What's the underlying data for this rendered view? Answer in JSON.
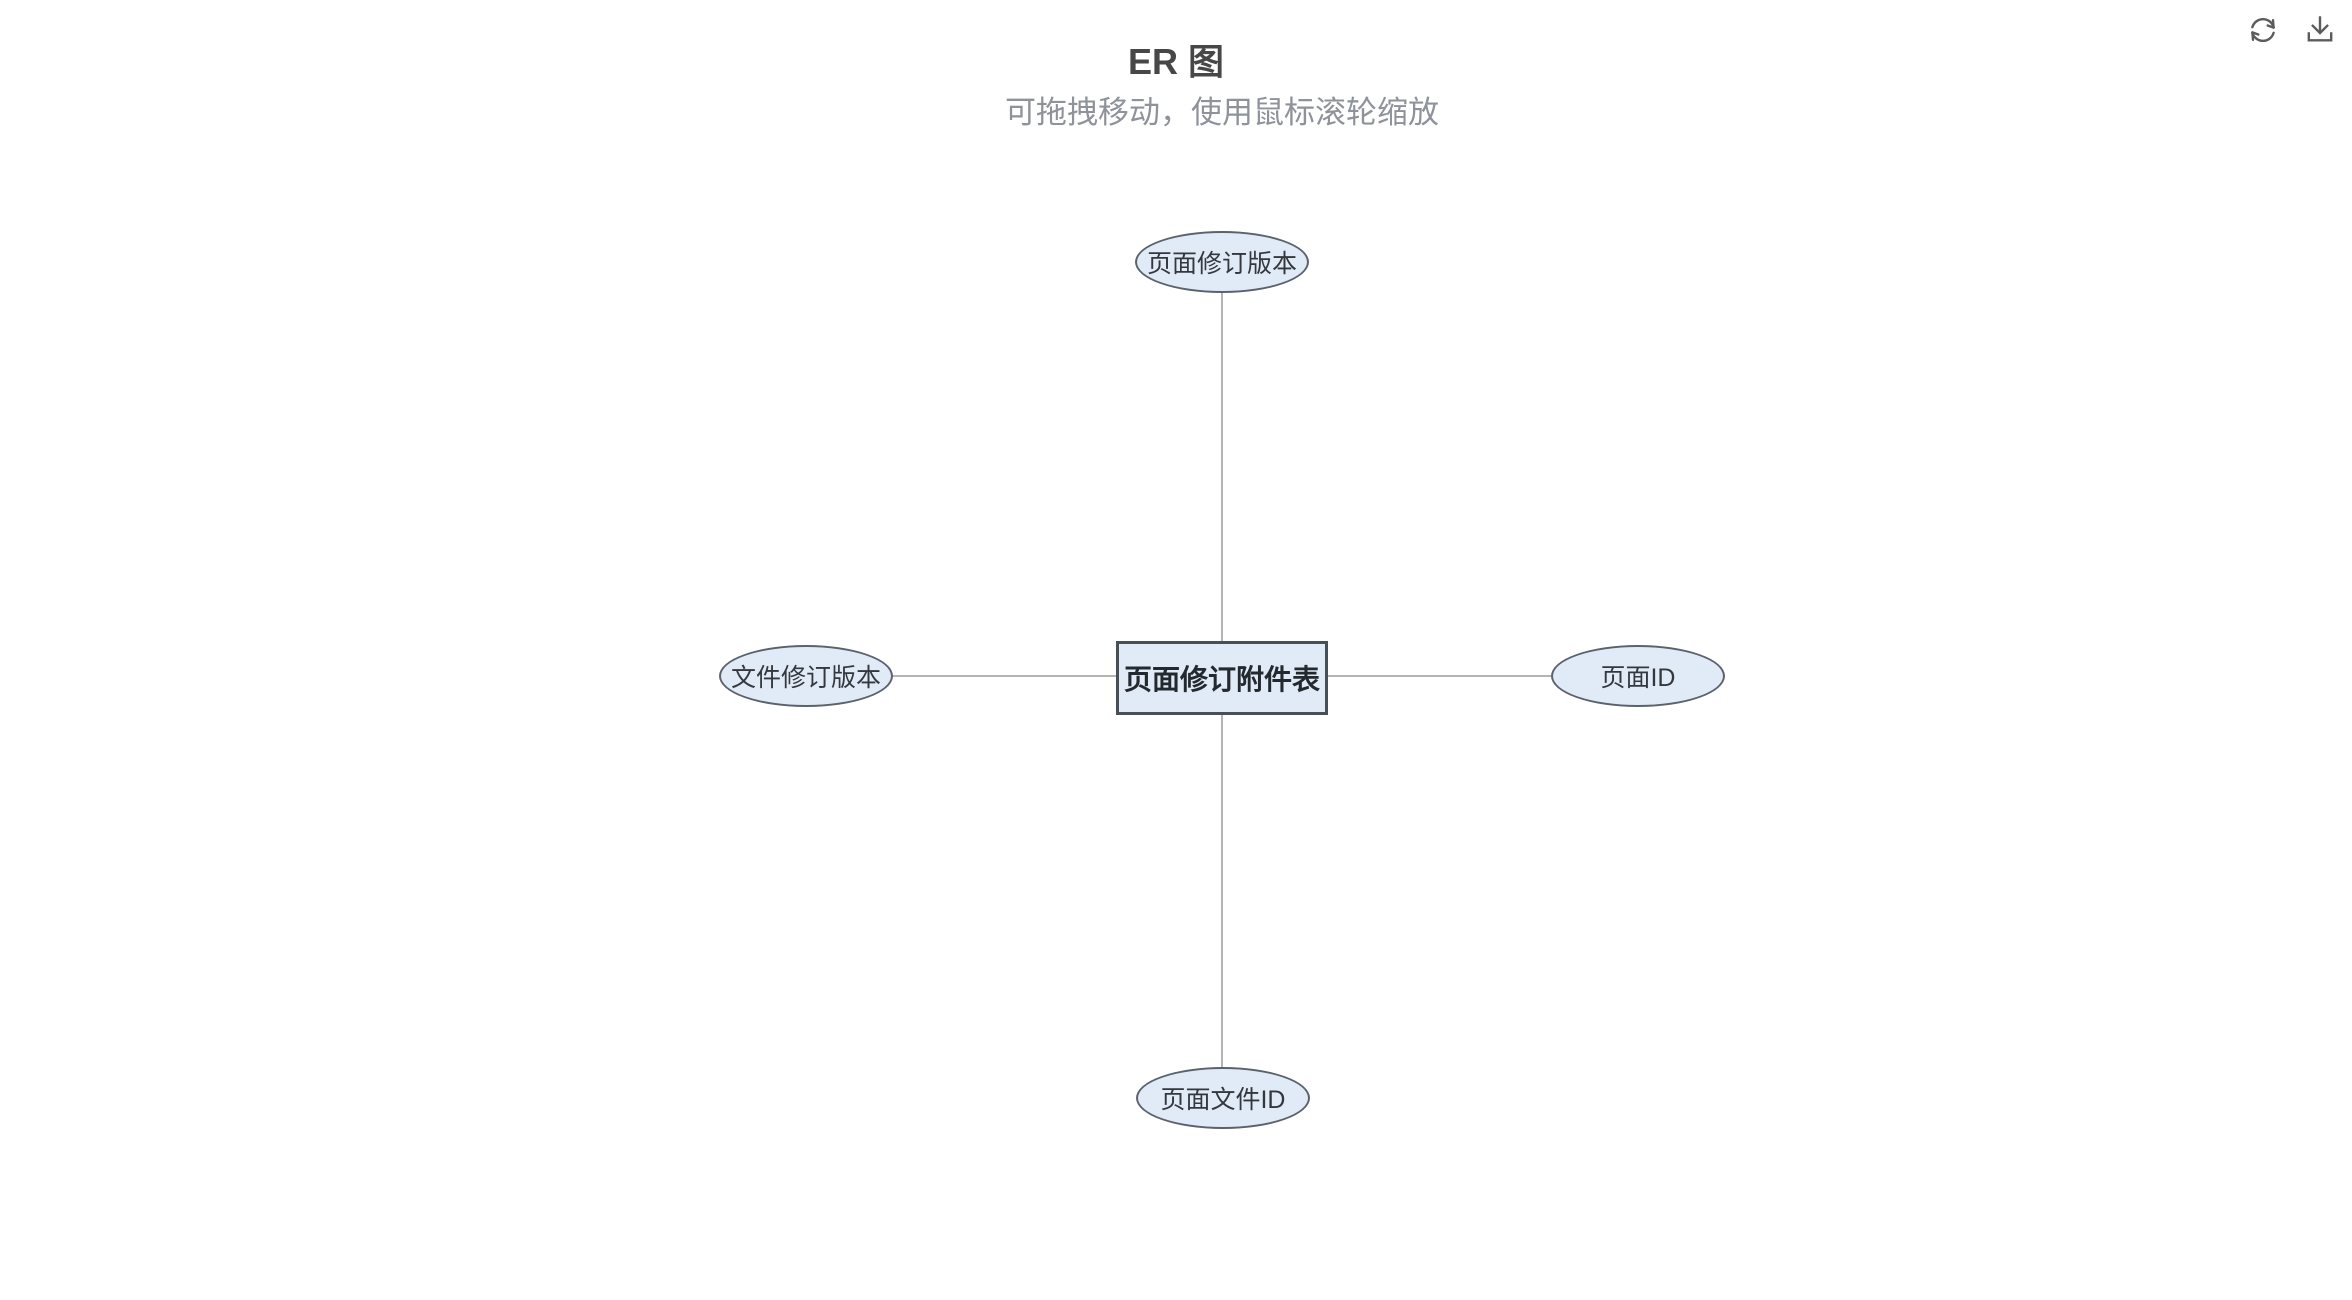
{
  "header": {
    "title": "ER 图",
    "subtitle": "可拖拽移动，使用鼠标滚轮缩放"
  },
  "toolbar": {
    "icons": [
      {
        "name": "refresh-icon",
        "glyph": "⟳"
      },
      {
        "name": "download-icon",
        "glyph": "⭳"
      }
    ]
  },
  "diagram": {
    "entity": {
      "label": "页面修订附件表",
      "shape": "rectangle"
    },
    "attributes": [
      {
        "label": "页面修订版本",
        "shape": "ellipse",
        "position": "top"
      },
      {
        "label": "文件修订版本",
        "shape": "ellipse",
        "position": "left"
      },
      {
        "label": "页面ID",
        "shape": "ellipse",
        "position": "right"
      },
      {
        "label": "页面文件ID",
        "shape": "ellipse",
        "position": "bottom"
      }
    ],
    "edges": [
      {
        "from": "页面修订附件表",
        "to": "页面修订版本"
      },
      {
        "from": "页面修订附件表",
        "to": "文件修订版本"
      },
      {
        "from": "页面修订附件表",
        "to": "页面ID"
      },
      {
        "from": "页面修订附件表",
        "to": "页面文件ID"
      }
    ],
    "colors": {
      "node_fill": "#e1ebf8",
      "node_border": "#5a626c",
      "entity_border": "#474f57",
      "edge": "#b4b4b4",
      "icon": "#5c5c5c",
      "title_text": "#474747",
      "subtitle_text": "#8e939b"
    }
  }
}
